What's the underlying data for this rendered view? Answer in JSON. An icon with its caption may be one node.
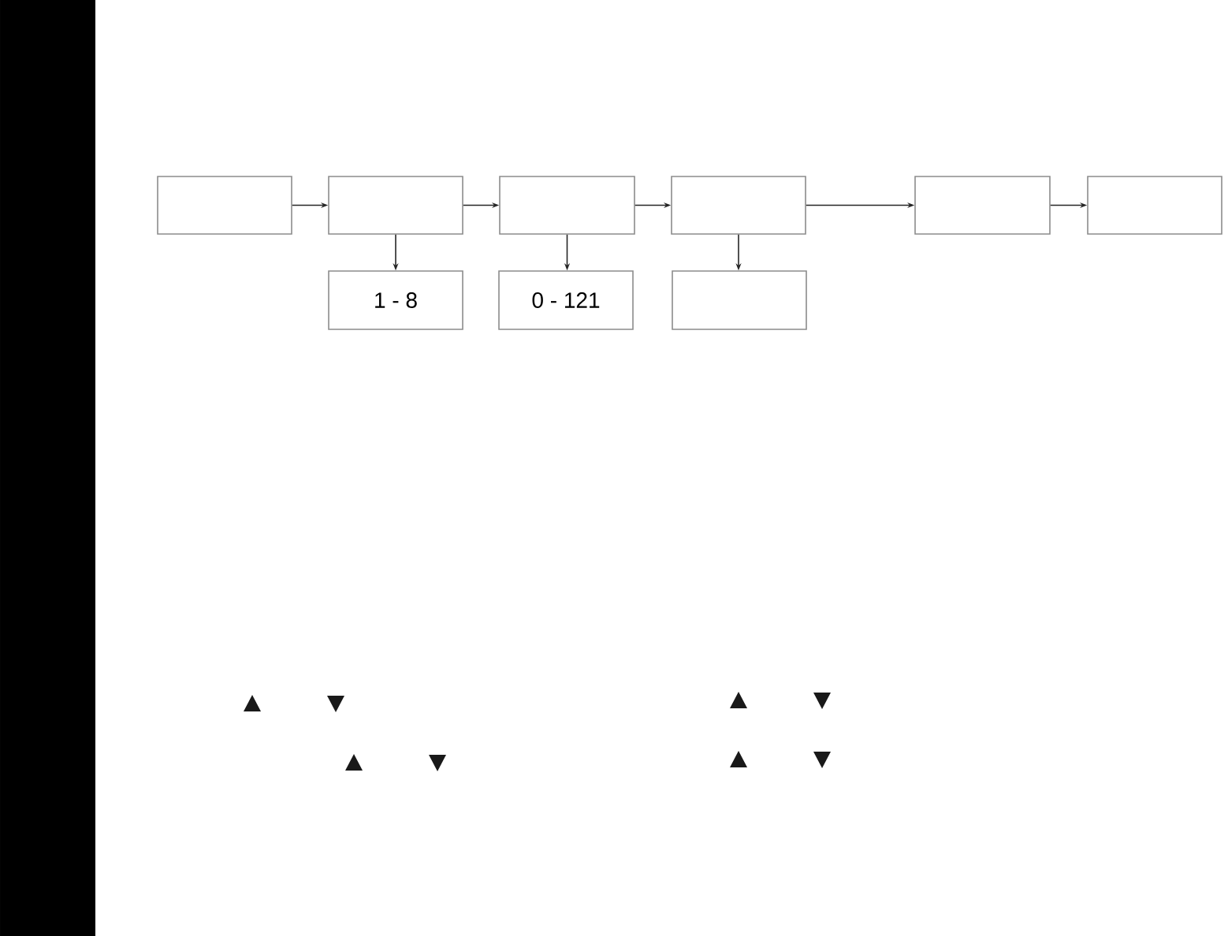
{
  "diagram": {
    "nodes": [
      {
        "text": [],
        "shape": "box"
      },
      {
        "text": [],
        "shape": "box"
      },
      {
        "text": [],
        "shape": "box"
      },
      {
        "text": [],
        "shape": "box"
      },
      {
        "text": [],
        "shape": "box"
      },
      {
        "text": [],
        "shape": "box"
      },
      {
        "text": [
          "1 - 8"
        ]
      },
      {
        "text": [
          "0 - 121"
        ]
      },
      {
        "text": [],
        "shape": "box"
      }
    ],
    "edges": [
      {
        "from": 0,
        "to": 1,
        "arrow": "to"
      },
      {
        "from": 1,
        "to": 2,
        "arrow": "to"
      },
      {
        "from": 2,
        "to": 3,
        "arrow": "to"
      },
      {
        "from": 3,
        "to": 4,
        "arrow": "to"
      },
      {
        "from": 4,
        "to": 5,
        "arrow": "to"
      },
      {
        "from": 1,
        "to": 6,
        "arrow": "to"
      },
      {
        "from": 2,
        "to": 7,
        "arrow": "to"
      },
      {
        "from": 3,
        "to": 8,
        "arrow": "to"
      }
    ]
  }
}
